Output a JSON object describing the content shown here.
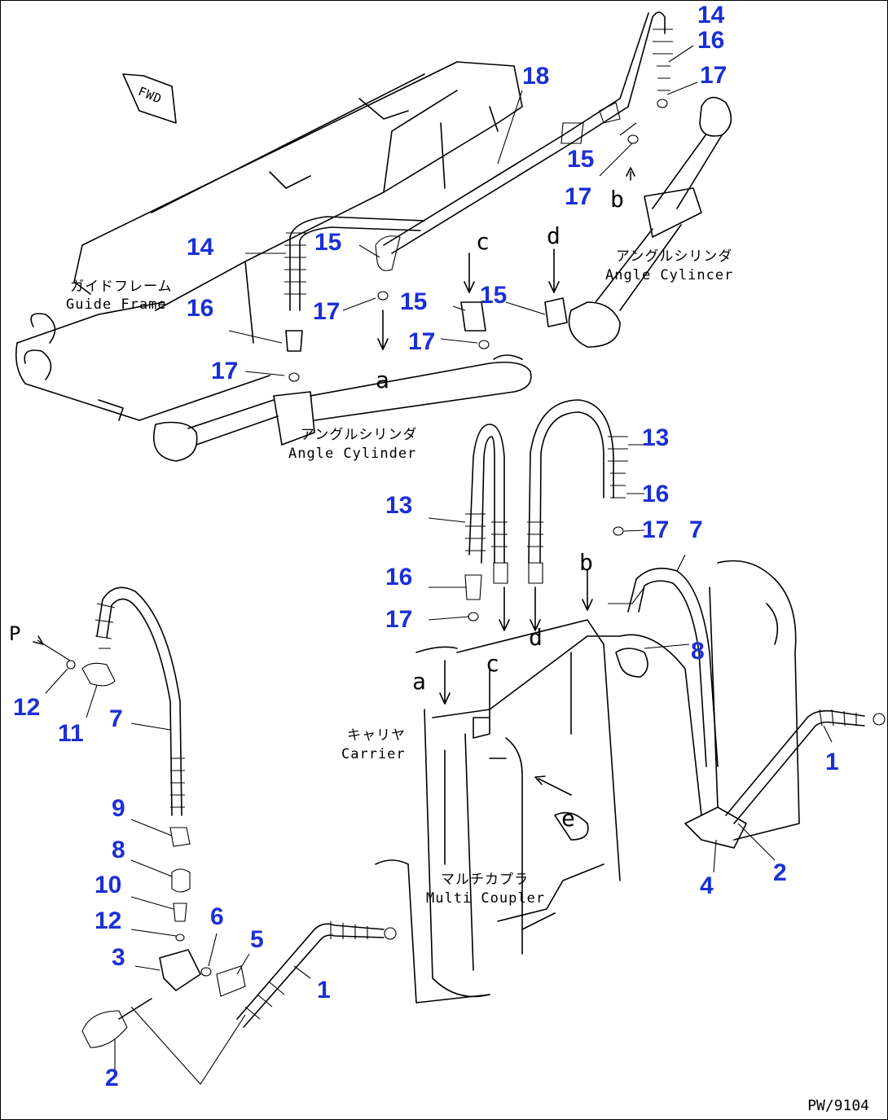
{
  "drawing_id": "PW/9104",
  "labels": {
    "guide_frame_jp": "ガイドフレーム",
    "guide_frame_en": "Guide Frame",
    "angle_cylinder_upper_jp": "アングルシリンダ",
    "angle_cylinder_upper_en": "Angle Cylincer",
    "angle_cylinder_lower_jp": "アングルシリンダ",
    "angle_cylinder_lower_en": "Angle Cylinder",
    "carrier_jp": "キャリヤ",
    "carrier_en": "Carrier",
    "multi_coupler_jp": "マルチカプラ",
    "multi_coupler_en": "Multi Coupler",
    "fwd": "FWD"
  },
  "refs": {
    "a1": "a",
    "b1": "b",
    "c1": "c",
    "d1": "d",
    "a2": "a",
    "b2": "b",
    "c2": "c",
    "d2": "d",
    "e": "e",
    "p": "P"
  },
  "part_numbers": {
    "p14a": "14",
    "p16a": "16",
    "p17a": "17",
    "p18": "18",
    "p15a": "15",
    "p17b": "17",
    "p14b": "14",
    "p15b": "15",
    "p16b": "16",
    "p17c": "17",
    "p15c": "15",
    "p15d": "15",
    "p17d": "17",
    "p17e": "17",
    "p13a": "13",
    "p16c": "16",
    "p17f": "17",
    "p7a": "7",
    "p13b": "13",
    "p16d": "16",
    "p17g": "17",
    "p8a": "8",
    "p12a": "12",
    "p11": "11",
    "p7b": "7",
    "p9": "9",
    "p8b": "8",
    "p10": "10",
    "p12b": "12",
    "p3": "3",
    "p6": "6",
    "p5": "5",
    "p1a": "1",
    "p2a": "2",
    "p1b": "1",
    "p2b": "2",
    "p4": "4"
  }
}
